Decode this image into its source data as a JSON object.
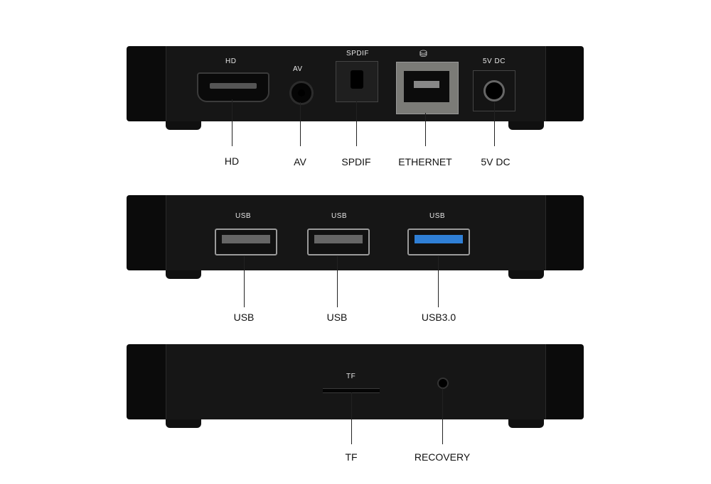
{
  "panels": {
    "back": {
      "ports": {
        "hd": "HD",
        "av": "AV",
        "spdif": "SPDIF",
        "ethernet_icon": "network-icon",
        "dc": "5V DC"
      },
      "captions": {
        "hd": "HD",
        "av": "AV",
        "spdif": "SPDIF",
        "ethernet": "ETHERNET",
        "dc": "5V DC"
      }
    },
    "side_usb": {
      "ports": {
        "usb1": "USB",
        "usb2": "USB",
        "usb3": "USB"
      },
      "captions": {
        "usb1": "USB",
        "usb2": "USB",
        "usb3": "USB3.0"
      },
      "usb3_color": "#2f7fd6"
    },
    "side_tf": {
      "ports": {
        "tf": "TF"
      },
      "captions": {
        "tf": "TF",
        "recovery": "RECOVERY"
      }
    }
  }
}
